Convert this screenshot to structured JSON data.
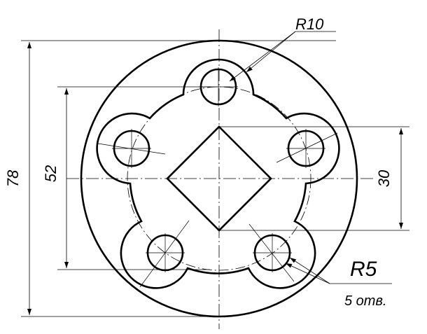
{
  "drawing": {
    "dim_outer_diameter": "78",
    "dim_bolt_circle": "52",
    "dim_square": "30",
    "radius_lobe": "R10",
    "radius_hole": "R5",
    "hole_count_note": "5 отв."
  }
}
